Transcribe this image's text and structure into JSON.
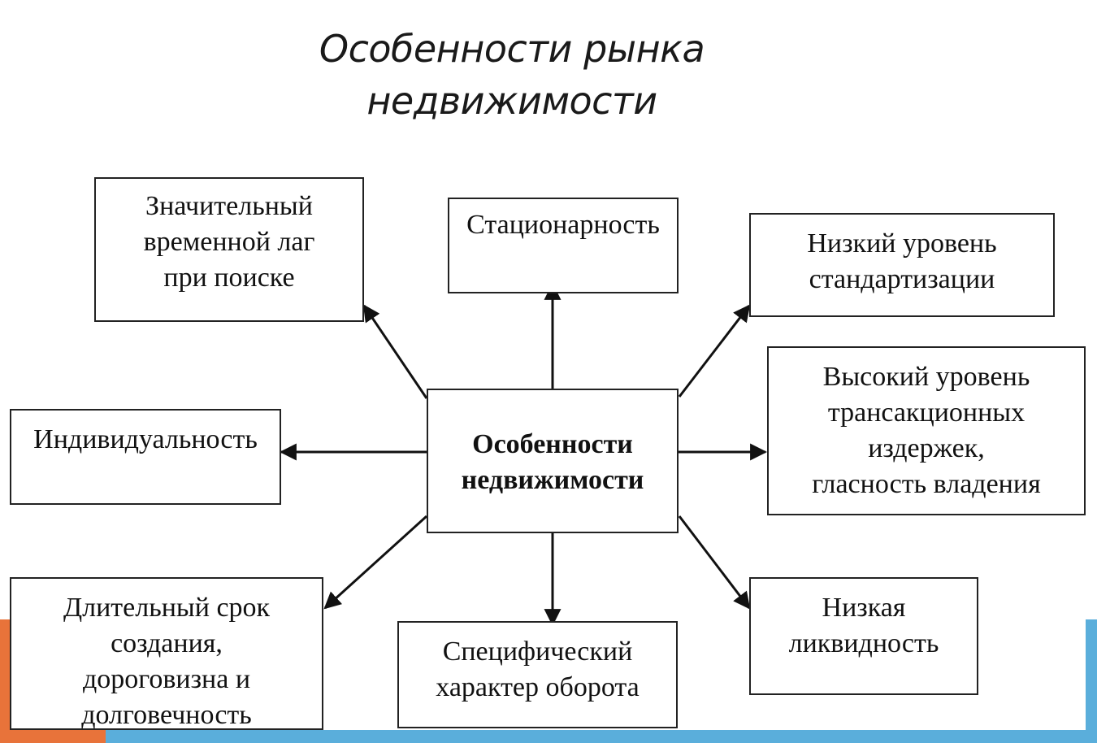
{
  "title": {
    "line1": "Особенности рынка",
    "line2": "недвижимости"
  },
  "center": {
    "line1": "Особенности",
    "line2": "недвижимости"
  },
  "features": {
    "time_lag": {
      "line1": "Значительный",
      "line2": "временной лаг",
      "line3": "при поиске"
    },
    "stationarity": {
      "line1": "Стационарность"
    },
    "standardization": {
      "line1": "Низкий уровень",
      "line2": "стандартизации"
    },
    "individuality": {
      "line1": "Индивидуальность"
    },
    "transaction_costs": {
      "line1": "Высокий уровень",
      "line2": "трансакционных",
      "line3": "издержек,",
      "line4": "гласность владения"
    },
    "long_term": {
      "line1": "Длительный срок",
      "line2": "создания,",
      "line3": "дороговизна и",
      "line4": "долговечность"
    },
    "turnover": {
      "line1": "Специфический",
      "line2": "характер оборота"
    },
    "liquidity": {
      "line1": "Низкая",
      "line2": "ликвидность"
    }
  },
  "colors": {
    "orange_accent": "#e8733a",
    "blue_accent": "#5aaedb",
    "border": "#222222"
  }
}
